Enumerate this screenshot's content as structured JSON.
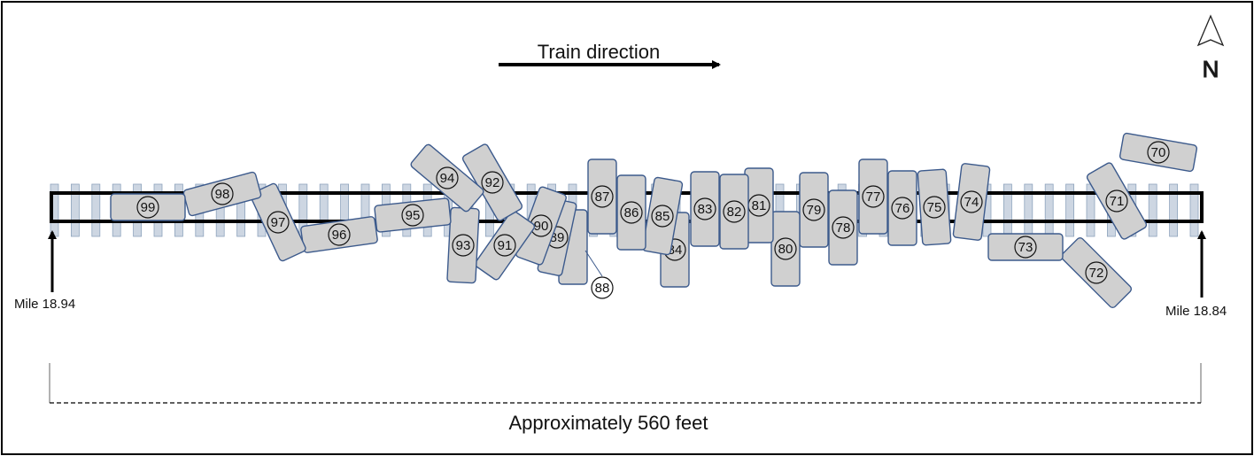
{
  "title": "Train direction",
  "compass": {
    "label": "N",
    "icon": "north-arrow-icon"
  },
  "mileposts": {
    "west": "Mile 18.94",
    "east": "Mile 18.84"
  },
  "distance_label": "Approximately 560 feet",
  "colors": {
    "car_fill": "#d0d0d0",
    "car_stroke": "#3c5a8c",
    "tie_fill": "#cdd6e2",
    "tie_stroke": "#8ea3bd",
    "rail": "#000000"
  },
  "cars": [
    "70",
    "71",
    "72",
    "73",
    "74",
    "75",
    "76",
    "77",
    "78",
    "79",
    "80",
    "81",
    "82",
    "83",
    "84",
    "85",
    "86",
    "87",
    "88",
    "89",
    "90",
    "91",
    "92",
    "93",
    "94",
    "95",
    "96",
    "97",
    "98",
    "99"
  ]
}
